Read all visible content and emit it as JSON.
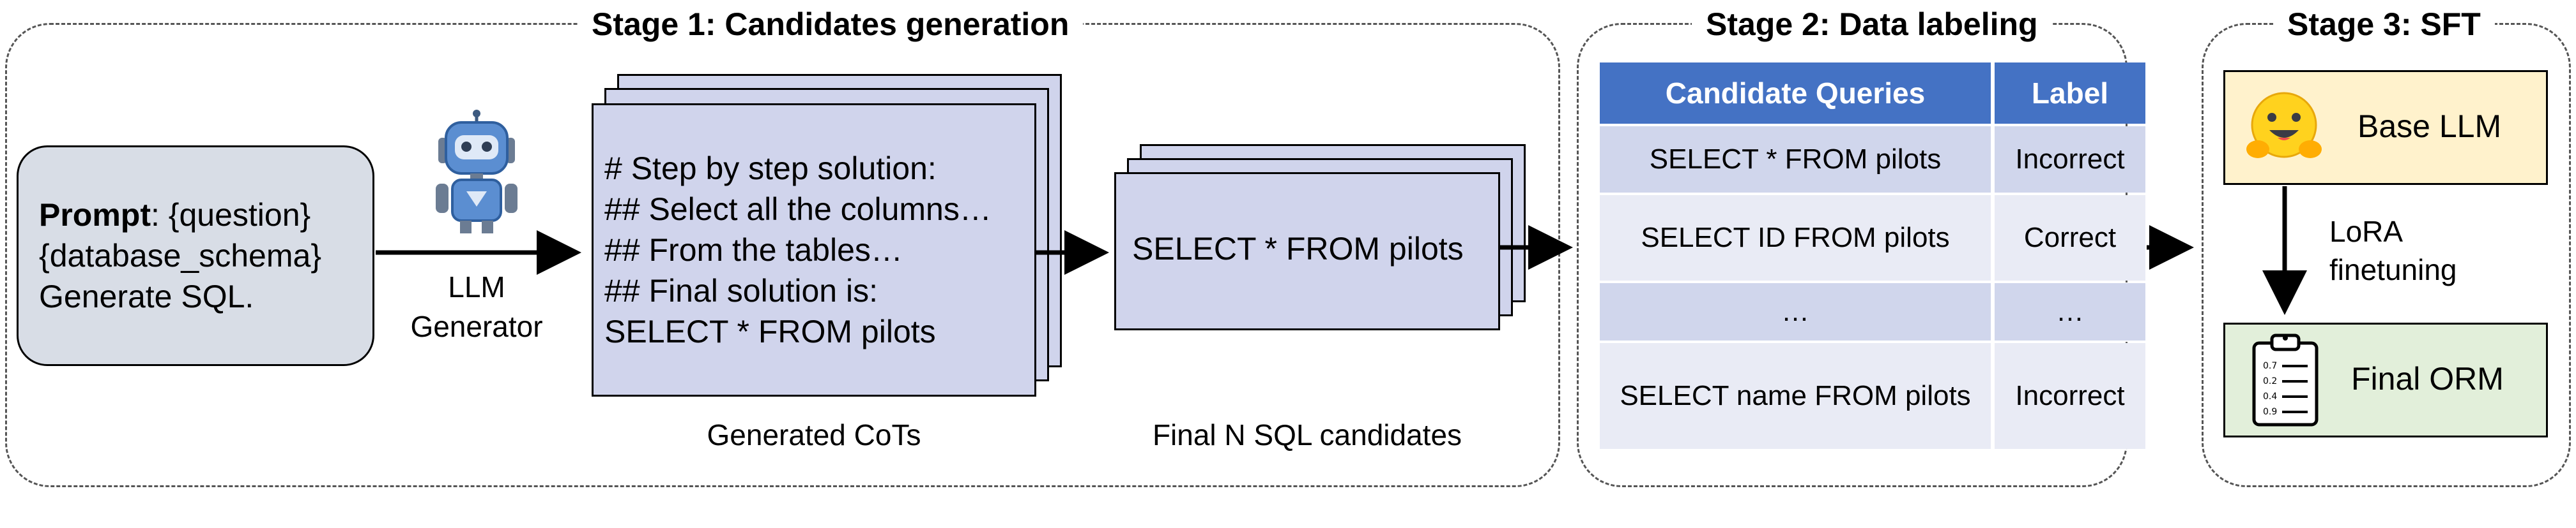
{
  "stages": {
    "stage1_title": "Stage 1: Candidates generation",
    "stage2_title": "Stage 2: Data labeling",
    "stage3_title": "Stage 3: SFT"
  },
  "prompt": {
    "bold": "Prompt",
    "line1_rest": ": {question}",
    "line2": "{database_schema}",
    "line3": "Generate SQL."
  },
  "generator": {
    "icon": "robot-icon",
    "line1": "LLM",
    "line2": "Generator"
  },
  "cots": {
    "lines": [
      "# Step by step solution:",
      "## Select all the columns…",
      "## From the tables…",
      "## Final solution is:",
      "SELECT * FROM pilots"
    ],
    "caption": "Generated CoTs"
  },
  "candidates": {
    "text": "SELECT * FROM pilots",
    "caption": "Final N SQL candidates"
  },
  "table": {
    "headers": [
      "Candidate Queries",
      "Label"
    ],
    "rows": [
      [
        "SELECT * FROM pilots",
        "Incorrect"
      ],
      [
        "SELECT ID FROM pilots",
        "Correct"
      ],
      [
        "…",
        "…"
      ],
      [
        "SELECT name FROM pilots",
        "Incorrect"
      ]
    ],
    "header_color": "#4472c4"
  },
  "sft": {
    "base_label": "Base LLM",
    "base_icon": "hugging-face-icon",
    "finetune_line1": "LoRA",
    "finetune_line2": "finetuning",
    "final_label": "Final ORM",
    "final_icon": "clipboard-icon",
    "clipboard_values": [
      "0.7",
      "0.2",
      "0.4",
      "0.9"
    ]
  },
  "colors": {
    "prompt_bg": "#d8dde6",
    "page_bg": "#d0d4ec",
    "llm_bg": "#fff2cc",
    "orm_bg": "#e2efda"
  }
}
